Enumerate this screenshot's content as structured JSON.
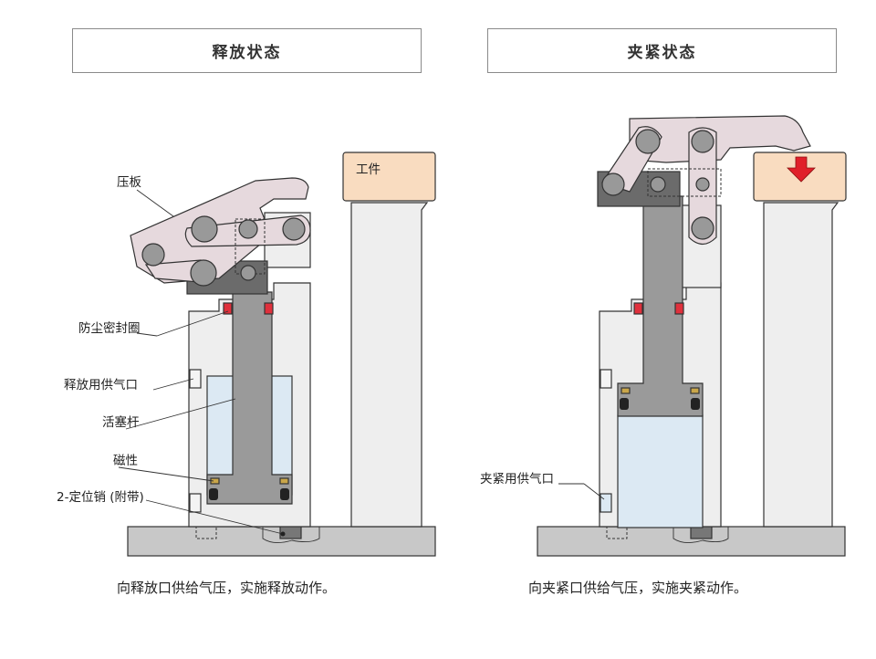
{
  "headers": {
    "release": "释放状态",
    "clamp": "夹紧状态"
  },
  "labels": {
    "workpiece": "工件",
    "clamp_arm": "压板",
    "dust_seal": "防尘密封圈",
    "release_port": "释放用供气口",
    "piston_rod": "活塞杆",
    "magnet": "磁性",
    "locating_pin": "2-定位销 (附带)",
    "clamp_port": "夹紧用供气口"
  },
  "captions": {
    "release": "向释放口供给气压，实施释放动作。",
    "clamp": "向夹紧口供给气压，实施夹紧动作。"
  },
  "colors": {
    "body": "#eeeeee",
    "outline": "#333333",
    "rod": "#9a9a9a",
    "arm": "#e6d9dd",
    "workpiece": "#f9dcc0",
    "air": "#dce9f3",
    "seal": "#e0303c",
    "magnet": "#c9a64a",
    "ground": "#c8c8c8",
    "arrow": "#e0202a"
  }
}
